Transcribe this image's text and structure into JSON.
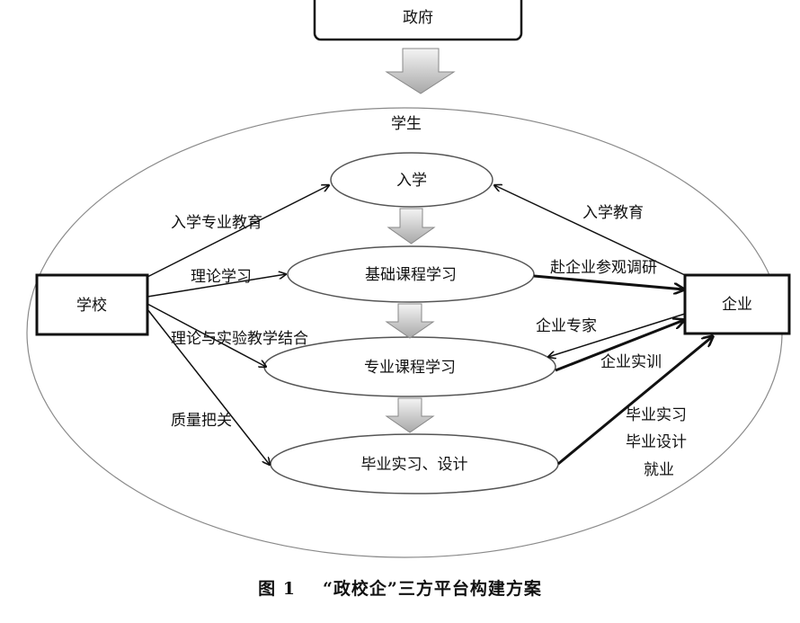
{
  "nodes": {
    "government": "政府",
    "students": "学生",
    "school": "学校",
    "enterprise": "企业",
    "enrollment": "入学",
    "basic_courses": "基础课程学习",
    "major_courses": "专业课程学习",
    "graduation": "毕业实习、设计"
  },
  "edge_labels": {
    "enroll_major_education": "入学专业教育",
    "theory_study": "理论学习",
    "theory_experiment": "理论与实验教学结合",
    "quality_control": "质量把关",
    "enroll_education": "入学教育",
    "visit_enterprise": "赴企业参观调研",
    "enterprise_experts": "企业专家",
    "enterprise_training": "企业实训",
    "internship": "毕业实习",
    "graduation_design": "毕业设计",
    "employment": "就业"
  },
  "caption": {
    "figure_number": "图 1",
    "title": "“政校企”三方平台构建方案"
  }
}
